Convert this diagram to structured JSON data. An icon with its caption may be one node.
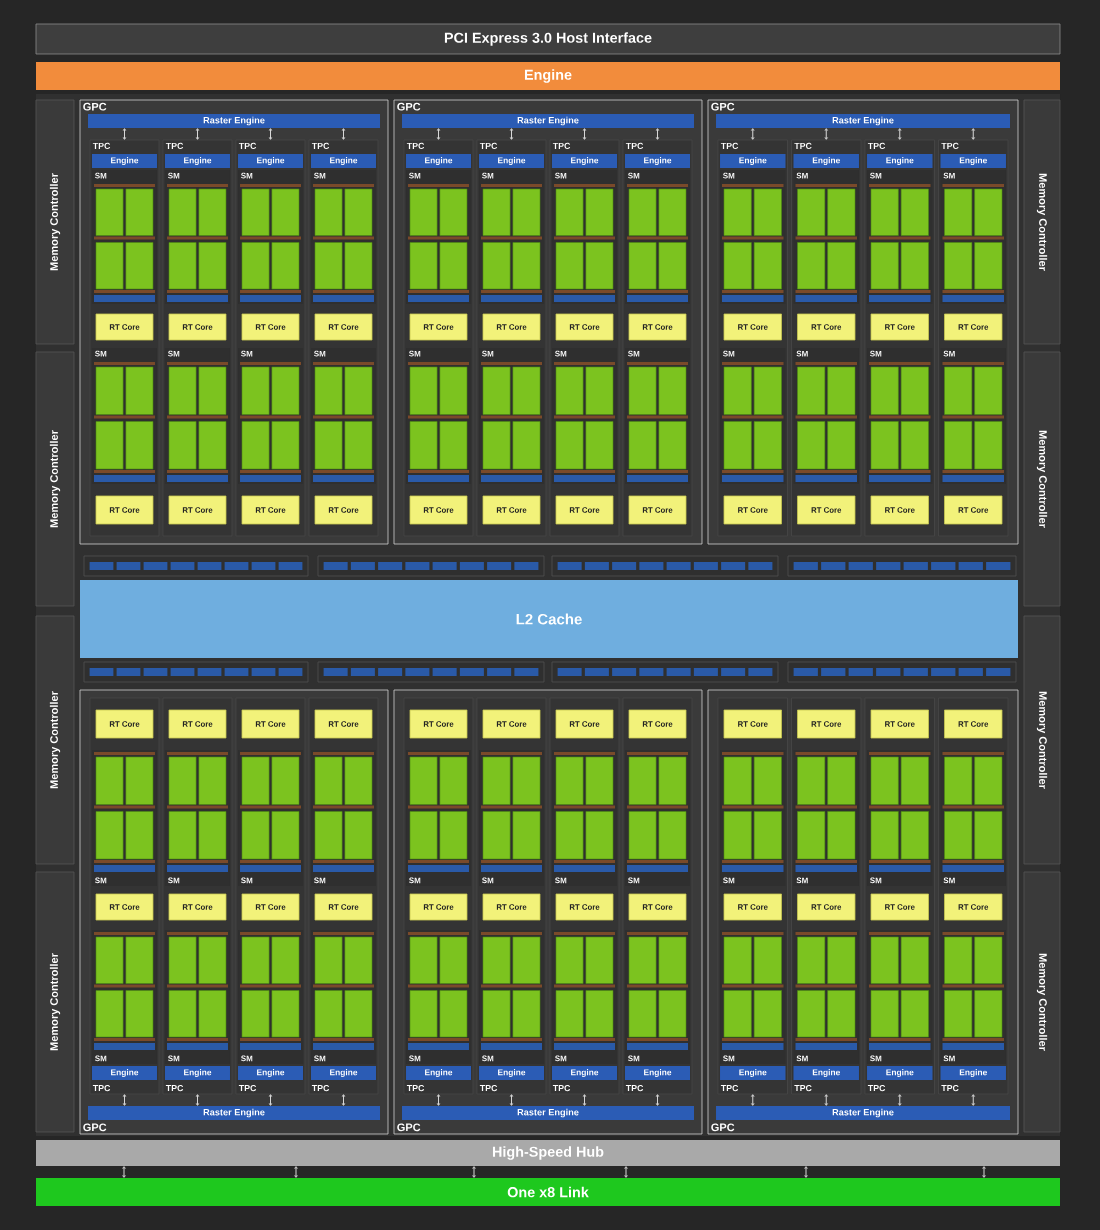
{
  "diagram": {
    "nodes": [
      {
        "text": [
          "PCI Express 3.0 Host Interface"
        ]
      },
      {
        "text": [
          "Engine"
        ]
      },
      {
        "text": [
          "Memory Controller"
        ]
      },
      {
        "text": [
          "Memory Controller"
        ]
      },
      {
        "text": [
          "Memory Controller"
        ]
      },
      {
        "text": [
          "Memory Controller"
        ]
      },
      {
        "text": [
          "Memory Controller"
        ]
      },
      {
        "text": [
          "Memory Controller"
        ]
      },
      {
        "text": [
          "Memory Controller"
        ]
      },
      {
        "text": [
          "Memory Controller"
        ]
      },
      {
        "text": [
          "L2 Cache"
        ]
      },
      {
        "text": [
          "GPC"
        ]
      },
      {
        "text": [
          "Raster Engine"
        ],
        "in": 11
      },
      {
        "text": [
          "TPC"
        ],
        "in": 11
      },
      {
        "text": [
          "Engine"
        ],
        "in": 13
      },
      {
        "text": [
          "SM"
        ],
        "in": 13
      },
      {
        "text": [
          "RT Core"
        ],
        "in": 13
      },
      {
        "text": [
          "SM"
        ],
        "in": 13
      },
      {
        "text": [
          "RT Core"
        ],
        "in": 13
      },
      {
        "text": [
          "TPC"
        ],
        "in": 11
      },
      {
        "text": [
          "Engine"
        ],
        "in": 19
      },
      {
        "text": [
          "SM"
        ],
        "in": 19
      },
      {
        "text": [
          "RT Core"
        ],
        "in": 19
      },
      {
        "text": [
          "SM"
        ],
        "in": 19
      },
      {
        "text": [
          "RT Core"
        ],
        "in": 19
      },
      {
        "text": [
          "TPC"
        ],
        "in": 11
      },
      {
        "text": [
          "Engine"
        ],
        "in": 25
      },
      {
        "text": [
          "SM"
        ],
        "in": 25
      },
      {
        "text": [
          "RT Core"
        ],
        "in": 25
      },
      {
        "text": [
          "SM"
        ],
        "in": 25
      },
      {
        "text": [
          "RT Core"
        ],
        "in": 25
      },
      {
        "text": [
          "TPC"
        ],
        "in": 11
      },
      {
        "text": [
          "Engine"
        ],
        "in": 31
      },
      {
        "text": [
          "SM"
        ],
        "in": 31
      },
      {
        "text": [
          "RT Core"
        ],
        "in": 31
      },
      {
        "text": [
          "SM"
        ],
        "in": 31
      },
      {
        "text": [
          "RT Core"
        ],
        "in": 31
      },
      {
        "text": [
          "GPC"
        ]
      },
      {
        "text": [
          "Raster Engine"
        ],
        "in": 37
      },
      {
        "text": [
          "TPC"
        ],
        "in": 37
      },
      {
        "text": [
          "Engine"
        ],
        "in": 39
      },
      {
        "text": [
          "SM"
        ],
        "in": 39
      },
      {
        "text": [
          "RT Core"
        ],
        "in": 39
      },
      {
        "text": [
          "SM"
        ],
        "in": 39
      },
      {
        "text": [
          "RT Core"
        ],
        "in": 39
      },
      {
        "text": [
          "TPC"
        ],
        "in": 37
      },
      {
        "text": [
          "Engine"
        ],
        "in": 45
      },
      {
        "text": [
          "SM"
        ],
        "in": 45
      },
      {
        "text": [
          "RT Core"
        ],
        "in": 45
      },
      {
        "text": [
          "SM"
        ],
        "in": 45
      },
      {
        "text": [
          "RT Core"
        ],
        "in": 45
      },
      {
        "text": [
          "TPC"
        ],
        "in": 37
      },
      {
        "text": [
          "Engine"
        ],
        "in": 51
      },
      {
        "text": [
          "SM"
        ],
        "in": 51
      },
      {
        "text": [
          "RT Core"
        ],
        "in": 51
      },
      {
        "text": [
          "SM"
        ],
        "in": 51
      },
      {
        "text": [
          "RT Core"
        ],
        "in": 51
      },
      {
        "text": [
          "TPC"
        ],
        "in": 37
      },
      {
        "text": [
          "Engine"
        ],
        "in": 57
      },
      {
        "text": [
          "SM"
        ],
        "in": 57
      },
      {
        "text": [
          "RT Core"
        ],
        "in": 57
      },
      {
        "text": [
          "SM"
        ],
        "in": 57
      },
      {
        "text": [
          "RT Core"
        ],
        "in": 57
      },
      {
        "text": [
          "GPC"
        ]
      },
      {
        "text": [
          "Raster Engine"
        ],
        "in": 63
      },
      {
        "text": [
          "TPC"
        ],
        "in": 63
      },
      {
        "text": [
          "Engine"
        ],
        "in": 65
      },
      {
        "text": [
          "SM"
        ],
        "in": 65
      },
      {
        "text": [
          "RT Core"
        ],
        "in": 65
      },
      {
        "text": [
          "SM"
        ],
        "in": 65
      },
      {
        "text": [
          "RT Core"
        ],
        "in": 65
      },
      {
        "text": [
          "TPC"
        ],
        "in": 63
      },
      {
        "text": [
          "Engine"
        ],
        "in": 71
      },
      {
        "text": [
          "SM"
        ],
        "in": 71
      },
      {
        "text": [
          "RT Core"
        ],
        "in": 71
      },
      {
        "text": [
          "SM"
        ],
        "in": 71
      },
      {
        "text": [
          "RT Core"
        ],
        "in": 71
      },
      {
        "text": [
          "TPC"
        ],
        "in": 63
      },
      {
        "text": [
          "Engine"
        ],
        "in": 77
      },
      {
        "text": [
          "SM"
        ],
        "in": 77
      },
      {
        "text": [
          "RT Core"
        ],
        "in": 77
      },
      {
        "text": [
          "SM"
        ],
        "in": 77
      },
      {
        "text": [
          "RT Core"
        ],
        "in": 77
      },
      {
        "text": [
          "TPC"
        ],
        "in": 63
      },
      {
        "text": [
          "Engine"
        ],
        "in": 83
      },
      {
        "text": [
          "SM"
        ],
        "in": 83
      },
      {
        "text": [
          "RT Core"
        ],
        "in": 83
      },
      {
        "text": [
          "SM"
        ],
        "in": 83
      },
      {
        "text": [
          "RT Core"
        ],
        "in": 83
      },
      {
        "text": [
          "GPC"
        ]
      },
      {
        "text": [
          "Raster Engine"
        ],
        "in": 89
      },
      {
        "text": [
          "TPC"
        ],
        "in": 89
      },
      {
        "text": [
          "Engine"
        ],
        "in": 91
      },
      {
        "text": [
          "SM"
        ],
        "in": 91
      },
      {
        "text": [
          "RT Core"
        ],
        "in": 91
      },
      {
        "text": [
          "SM"
        ],
        "in": 91
      },
      {
        "text": [
          "RT Core"
        ],
        "in": 91
      },
      {
        "text": [
          "TPC"
        ],
        "in": 89
      },
      {
        "text": [
          "Engine"
        ],
        "in": 97
      },
      {
        "text": [
          "SM"
        ],
        "in": 97
      },
      {
        "text": [
          "RT Core"
        ],
        "in": 97
      },
      {
        "text": [
          "SM"
        ],
        "in": 97
      },
      {
        "text": [
          "RT Core"
        ],
        "in": 97
      },
      {
        "text": [
          "TPC"
        ],
        "in": 89
      },
      {
        "text": [
          "Engine"
        ],
        "in": 103
      },
      {
        "text": [
          "SM"
        ],
        "in": 103
      },
      {
        "text": [
          "RT Core"
        ],
        "in": 103
      },
      {
        "text": [
          "SM"
        ],
        "in": 103
      },
      {
        "text": [
          "RT Core"
        ],
        "in": 103
      },
      {
        "text": [
          "TPC"
        ],
        "in": 89
      },
      {
        "text": [
          "Engine"
        ],
        "in": 109
      },
      {
        "text": [
          "SM"
        ],
        "in": 109
      },
      {
        "text": [
          "RT Core"
        ],
        "in": 109
      },
      {
        "text": [
          "SM"
        ],
        "in": 109
      },
      {
        "text": [
          "RT Core"
        ],
        "in": 109
      },
      {
        "text": [
          "GPC"
        ]
      },
      {
        "text": [
          "Raster Engine"
        ],
        "in": 115
      },
      {
        "text": [
          "TPC"
        ],
        "in": 115
      },
      {
        "text": [
          "Engine"
        ],
        "in": 117
      },
      {
        "text": [
          "SM"
        ],
        "in": 117
      },
      {
        "text": [
          "RT Core"
        ],
        "in": 117
      },
      {
        "text": [
          "SM"
        ],
        "in": 117
      },
      {
        "text": [
          "RT Core"
        ],
        "in": 117
      },
      {
        "text": [
          "TPC"
        ],
        "in": 115
      },
      {
        "text": [
          "Engine"
        ],
        "in": 123
      },
      {
        "text": [
          "SM"
        ],
        "in": 123
      },
      {
        "text": [
          "RT Core"
        ],
        "in": 123
      },
      {
        "text": [
          "SM"
        ],
        "in": 123
      },
      {
        "text": [
          "RT Core"
        ],
        "in": 123
      },
      {
        "text": [
          "TPC"
        ],
        "in": 115
      },
      {
        "text": [
          "Engine"
        ],
        "in": 129
      },
      {
        "text": [
          "SM"
        ],
        "in": 129
      },
      {
        "text": [
          "RT Core"
        ],
        "in": 129
      },
      {
        "text": [
          "SM"
        ],
        "in": 129
      },
      {
        "text": [
          "RT Core"
        ],
        "in": 129
      },
      {
        "text": [
          "TPC"
        ],
        "in": 115
      },
      {
        "text": [
          "Engine"
        ],
        "in": 135
      },
      {
        "text": [
          "SM"
        ],
        "in": 135
      },
      {
        "text": [
          "RT Core"
        ],
        "in": 135
      },
      {
        "text": [
          "SM"
        ],
        "in": 135
      },
      {
        "text": [
          "RT Core"
        ],
        "in": 135
      },
      {
        "text": [
          "GPC"
        ]
      },
      {
        "text": [
          "Raster Engine"
        ],
        "in": 141
      },
      {
        "text": [
          "TPC"
        ],
        "in": 141
      },
      {
        "text": [
          "Engine"
        ],
        "in": 143
      },
      {
        "text": [
          "SM"
        ],
        "in": 143
      },
      {
        "text": [
          "RT Core"
        ],
        "in": 143
      },
      {
        "text": [
          "SM"
        ],
        "in": 143
      },
      {
        "text": [
          "RT Core"
        ],
        "in": 143
      },
      {
        "text": [
          "TPC"
        ],
        "in": 141
      },
      {
        "text": [
          "Engine"
        ],
        "in": 149
      },
      {
        "text": [
          "SM"
        ],
        "in": 149
      },
      {
        "text": [
          "RT Core"
        ],
        "in": 149
      },
      {
        "text": [
          "SM"
        ],
        "in": 149
      },
      {
        "text": [
          "RT Core"
        ],
        "in": 149
      },
      {
        "text": [
          "TPC"
        ],
        "in": 141
      },
      {
        "text": [
          "Engine"
        ],
        "in": 155
      },
      {
        "text": [
          "SM"
        ],
        "in": 155
      },
      {
        "text": [
          "RT Core"
        ],
        "in": 155
      },
      {
        "text": [
          "SM"
        ],
        "in": 155
      },
      {
        "text": [
          "RT Core"
        ],
        "in": 155
      },
      {
        "text": [
          "TPC"
        ],
        "in": 141
      },
      {
        "text": [
          "Engine"
        ],
        "in": 161
      },
      {
        "text": [
          "SM"
        ],
        "in": 161
      },
      {
        "text": [
          "RT Core"
        ],
        "in": 161
      },
      {
        "text": [
          "SM"
        ],
        "in": 161
      },
      {
        "text": [
          "RT Core"
        ],
        "in": 161
      },
      {
        "text": [
          "High-Speed Hub"
        ]
      },
      {
        "text": [
          "One x8 Link"
        ]
      }
    ],
    "edges": [
      {
        "from": 12,
        "to": 13,
        "arrow": "both"
      },
      {
        "from": 12,
        "to": 19,
        "arrow": "both"
      },
      {
        "from": 12,
        "to": 25,
        "arrow": "both"
      },
      {
        "from": 12,
        "to": 31,
        "arrow": "both"
      },
      {
        "from": 38,
        "to": 39,
        "arrow": "both"
      },
      {
        "from": 38,
        "to": 45,
        "arrow": "both"
      },
      {
        "from": 38,
        "to": 51,
        "arrow": "both"
      },
      {
        "from": 38,
        "to": 57,
        "arrow": "both"
      },
      {
        "from": 64,
        "to": 65,
        "arrow": "both"
      },
      {
        "from": 64,
        "to": 71,
        "arrow": "both"
      },
      {
        "from": 64,
        "to": 77,
        "arrow": "both"
      },
      {
        "from": 64,
        "to": 83,
        "arrow": "both"
      },
      {
        "from": 90,
        "to": 91,
        "arrow": "both"
      },
      {
        "from": 90,
        "to": 97,
        "arrow": "both"
      },
      {
        "from": 90,
        "to": 103,
        "arrow": "both"
      },
      {
        "from": 90,
        "to": 109,
        "arrow": "both"
      },
      {
        "from": 116,
        "to": 117,
        "arrow": "both"
      },
      {
        "from": 116,
        "to": 123,
        "arrow": "both"
      },
      {
        "from": 116,
        "to": 129,
        "arrow": "both"
      },
      {
        "from": 116,
        "to": 135,
        "arrow": "both"
      },
      {
        "from": 142,
        "to": 143,
        "arrow": "both"
      },
      {
        "from": 142,
        "to": 149,
        "arrow": "both"
      },
      {
        "from": 142,
        "to": 155,
        "arrow": "both"
      },
      {
        "from": 142,
        "to": 161,
        "arrow": "both"
      },
      {
        "from": 167,
        "to": 168,
        "arrow": "both"
      },
      {
        "from": 167,
        "to": 168,
        "arrow": "both"
      },
      {
        "from": 167,
        "to": 168,
        "arrow": "both"
      },
      {
        "from": 167,
        "to": 168,
        "arrow": "both"
      },
      {
        "from": 167,
        "to": 168,
        "arrow": "both"
      },
      {
        "from": 167,
        "to": 168,
        "arrow": "both"
      }
    ]
  }
}
